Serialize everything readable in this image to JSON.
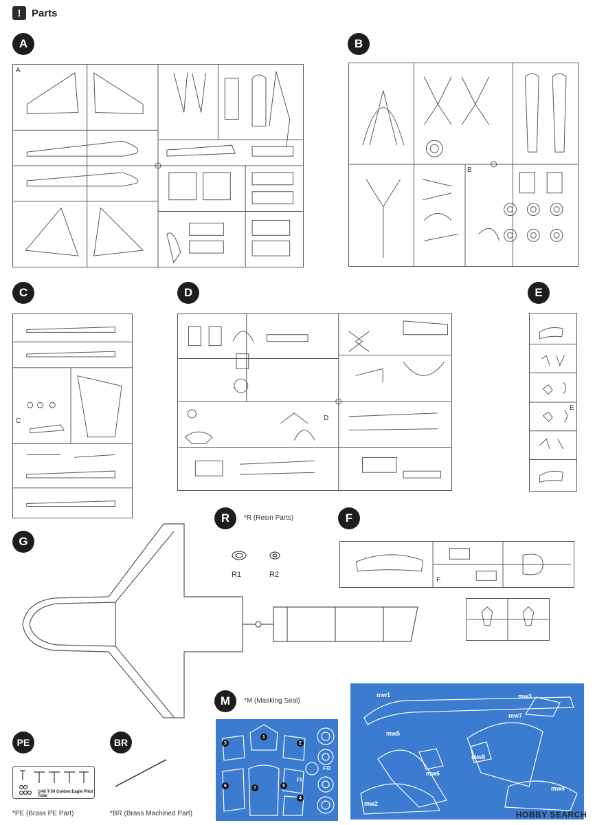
{
  "header": {
    "icon": "!",
    "title": "Parts"
  },
  "sprues": {
    "A": {
      "badge": "A",
      "sprue_label": "A"
    },
    "B": {
      "badge": "B",
      "sprue_label": "B"
    },
    "C": {
      "badge": "C",
      "sprue_label": "C"
    },
    "D": {
      "badge": "D",
      "sprue_label": "D"
    },
    "E": {
      "badge": "E",
      "sprue_label": "E"
    },
    "F": {
      "badge": "F",
      "sprue_label": "F"
    },
    "G": {
      "badge": "G"
    },
    "R": {
      "badge": "R",
      "caption": "*R (Resin Parts)",
      "parts": [
        "R1",
        "R2"
      ]
    },
    "M": {
      "badge": "M",
      "caption": "*M (Masking Seal)",
      "numbers": [
        "1",
        "2",
        "3",
        "4",
        "5",
        "6",
        "7"
      ],
      "fo": "FO",
      "fi": "FI",
      "windshield": [
        "mw1",
        "mw2",
        "mw3",
        "mw4",
        "mw5",
        "mw6",
        "mw7",
        "mw8"
      ]
    },
    "PE": {
      "badge": "PE",
      "caption": "*PE (Brass PE Part)",
      "plate_text": "1/48 T-50 Golden Eagle Pitot Tube"
    },
    "BR": {
      "badge": "BR",
      "caption": "*BR (Brass Machined Part)"
    }
  },
  "footer": {
    "brand": "HOBBY SEARCH"
  }
}
